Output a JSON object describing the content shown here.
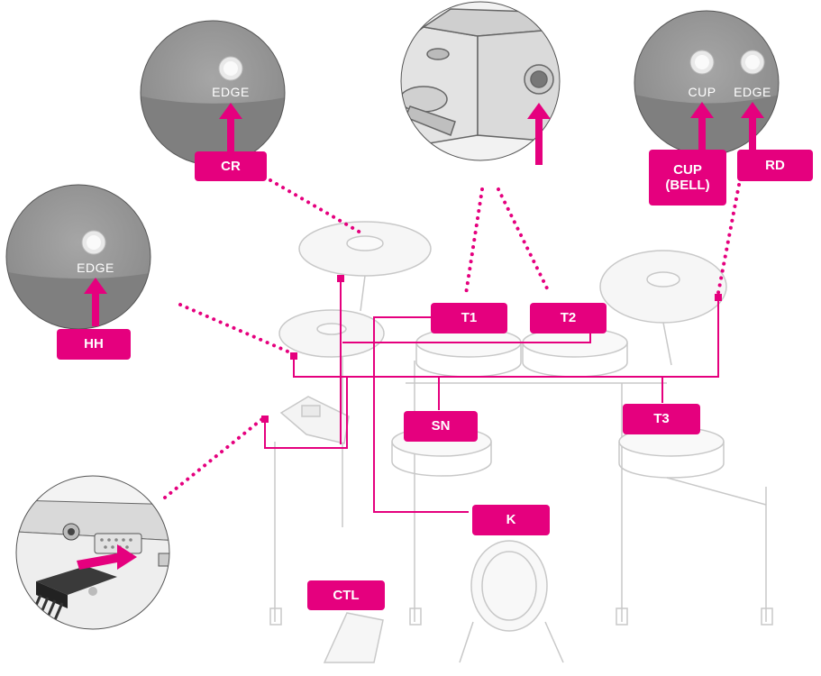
{
  "colors": {
    "accent": "#e5007e",
    "inset_bg": "#8f8f8f",
    "kit_line": "#c8c8c8",
    "white": "#ffffff"
  },
  "labels": {
    "cr": "CR",
    "hh": "HH",
    "t1": "T1",
    "t2": "T2",
    "t3": "T3",
    "sn": "SN",
    "k": "K",
    "ctl": "CTL",
    "cup_bell": "CUP\n(BELL)",
    "rd": "RD"
  },
  "inset_text": {
    "cr_edge": "EDGE",
    "hh_edge": "EDGE",
    "rd_cup": "CUP",
    "rd_edge": "EDGE"
  },
  "icons": {
    "jack": "jack-socket-icon",
    "arrow": "arrow-up-icon",
    "connector": "multi-pin-connector-icon"
  }
}
